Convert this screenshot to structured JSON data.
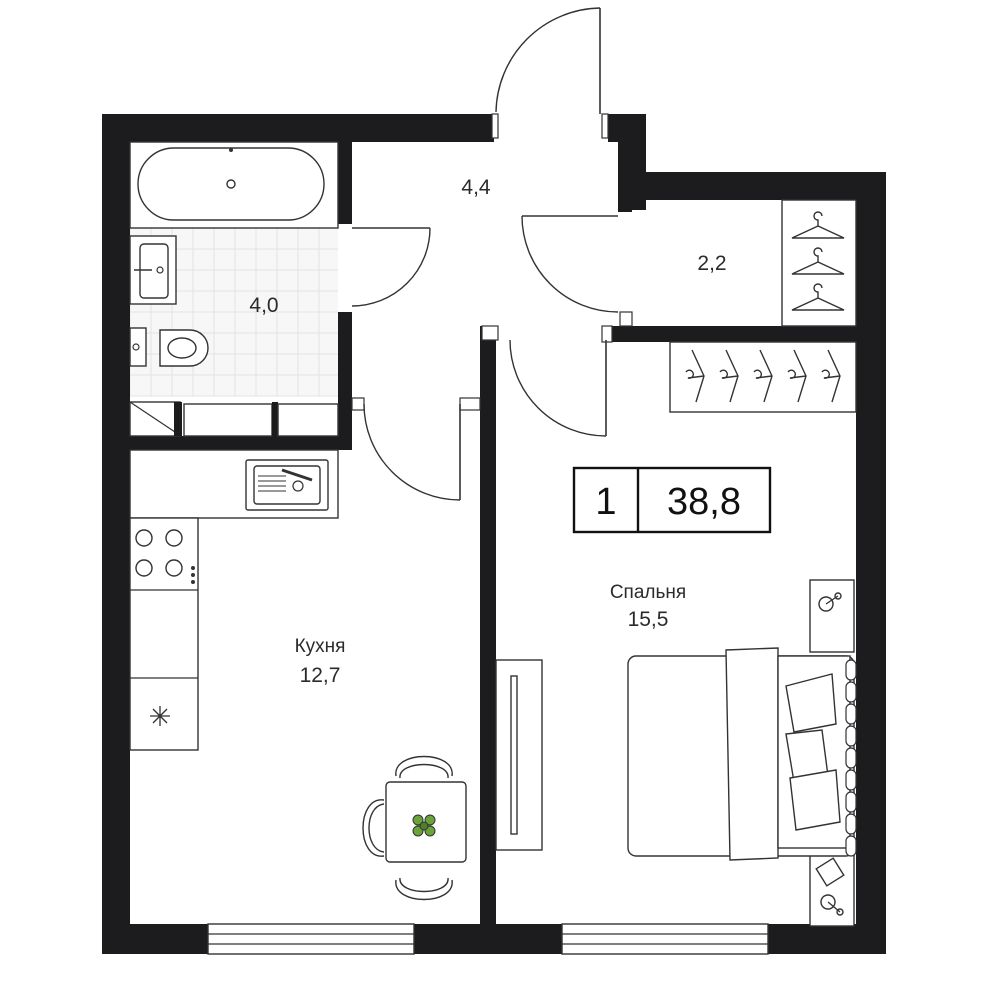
{
  "apartment": {
    "rooms_count": "1",
    "total_area": "38,8"
  },
  "rooms": {
    "hall": {
      "area": "4,4"
    },
    "closet": {
      "area": "2,2"
    },
    "bathroom": {
      "area": "4,0"
    },
    "kitchen": {
      "name": "Кухня",
      "area": "12,7"
    },
    "bedroom": {
      "name": "Спальня",
      "area": "15,5"
    }
  },
  "colors": {
    "wall": "#1c1c1f",
    "line": "#333333",
    "tile": "#e3e3e6",
    "plant": "#6aa33a"
  },
  "icons": {
    "snowflake": "fridge-snowflake-icon",
    "hanger": "hanger-icon",
    "plant": "plant-icon"
  }
}
